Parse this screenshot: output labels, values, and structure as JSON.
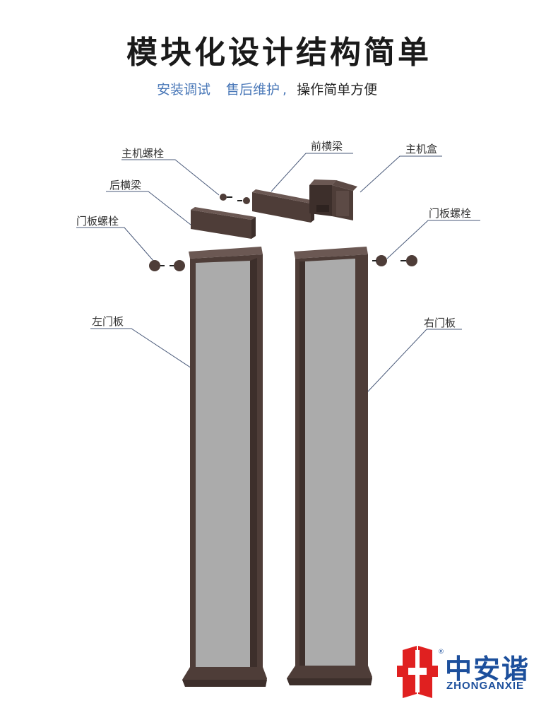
{
  "header": {
    "title": "模块化设计结构简单",
    "subtitle_part1": "安装调试",
    "subtitle_part2": "售后维护",
    "subtitle_comma": ",",
    "subtitle_part3": "操作简单方便"
  },
  "labels": {
    "host_bolt": "主机螺栓",
    "front_beam": "前横梁",
    "host_box": "主机盒",
    "rear_beam": "后横梁",
    "door_bolt_left": "门板螺栓",
    "door_bolt_right": "门板螺栓",
    "left_panel": "左门板",
    "right_panel": "右门板"
  },
  "logo": {
    "name_cn": "中安谐",
    "name_en": "ZHONGANXIE",
    "registered": "®"
  },
  "colors": {
    "frame": "#4e3d38",
    "frame_light": "#6b5853",
    "panel": "#ababab",
    "accent_blue": "#4a78b8",
    "logo_red": "#e02020",
    "logo_blue": "#1c4f9c"
  }
}
